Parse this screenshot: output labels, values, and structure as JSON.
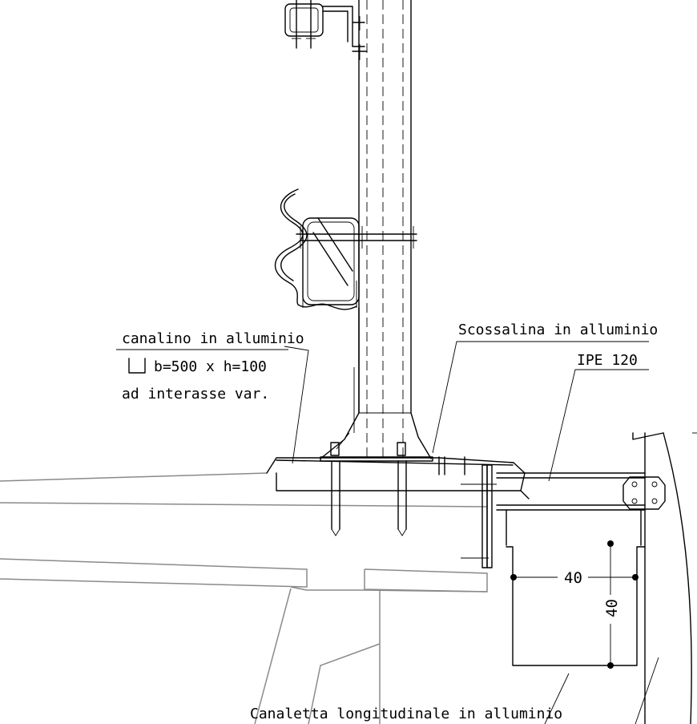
{
  "labels": {
    "canalino_line1": "canalino in alluminio",
    "canalino_line2": "b=500 x h=100",
    "canalino_line3": "ad interasse var.",
    "scossalina": "Scossalina in alluminio",
    "ipe": "IPE 120",
    "canaletta": "Canaletta longitudinale in alluminio"
  },
  "dimensions": {
    "width": "40",
    "height": "40"
  },
  "icons": {
    "channel_symbol": "u-channel-section-icon"
  }
}
